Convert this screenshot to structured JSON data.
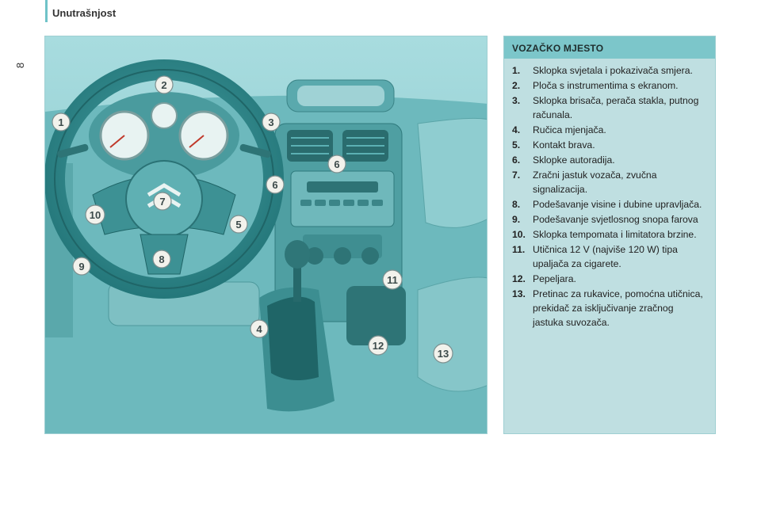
{
  "page": {
    "section_title": "Unutrašnjost",
    "page_number": "8"
  },
  "legend": {
    "title": "VOZAČKO MJESTO",
    "items": [
      {
        "num": "1.",
        "text": "Sklopka svjetala i pokazivača smjera."
      },
      {
        "num": "2.",
        "text": "Ploča s instrumentima s ekranom."
      },
      {
        "num": "3.",
        "text": "Sklopka brisača, perača stakla, putnog računala."
      },
      {
        "num": "4.",
        "text": "Ručica mjenjača."
      },
      {
        "num": "5.",
        "text": "Kontakt brava."
      },
      {
        "num": "6.",
        "text": "Sklopke autoradija."
      },
      {
        "num": "7.",
        "text": "Zračni jastuk vozača, zvučna signalizacija."
      },
      {
        "num": "8.",
        "text": "Podešavanje visine i dubine upravljača."
      },
      {
        "num": "9.",
        "text": "Podešavanje svjetlosnog snopa farova"
      },
      {
        "num": "10.",
        "text": "Sklopka tempomata i limitatora brzine."
      },
      {
        "num": "11.",
        "text": "Utičnica 12 V (najviše 120 W) tipa upaljača za cigarete."
      },
      {
        "num": "12.",
        "text": "Pepeljara."
      },
      {
        "num": "13.",
        "text": "Pretinac za rukavice, pomoćna utičnica, prekidač za isključivanje zračnog jastuka suvozača."
      }
    ]
  },
  "callouts": [
    "1",
    "2",
    "3",
    "4",
    "5",
    "6",
    "7",
    "8",
    "9",
    "10",
    "11",
    "12",
    "13"
  ],
  "colors": {
    "teal_dark": "#2f8d90",
    "teal_mid": "#5fb0b3",
    "teal_light": "#a8d9dc",
    "legend_bg": "#bfdfe1",
    "legend_header": "#7cc6ca"
  }
}
